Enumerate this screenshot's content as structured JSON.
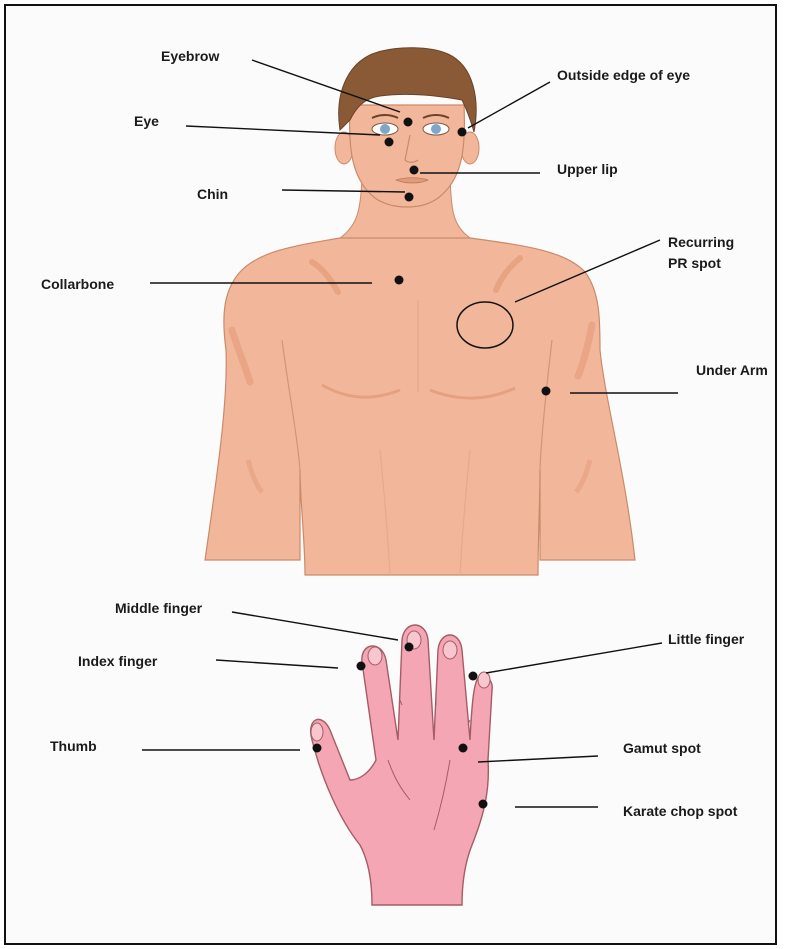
{
  "diagram": {
    "labels": {
      "eyebrow": "Eyebrow",
      "outside_edge_of_eye": "Outside edge of eye",
      "eye": "Eye",
      "upper_lip": "Upper lip",
      "chin": "Chin",
      "recurring_pr_spot_line1": "Recurring",
      "recurring_pr_spot_line2": "PR spot",
      "collarbone": "Collarbone",
      "under_arm": "Under Arm",
      "middle_finger": "Middle finger",
      "little_finger": "Little finger",
      "index_finger": "Index finger",
      "thumb": "Thumb",
      "gamut_spot": "Gamut spot",
      "karate_chop_spot": "Karate chop spot"
    },
    "colors": {
      "skin": "#f2b79a",
      "skin_shadow": "#e39a78",
      "hair": "#8a5a36",
      "hand": "#f4a6b4",
      "eye_iris": "#7fa6c8",
      "ink": "#111111"
    }
  }
}
